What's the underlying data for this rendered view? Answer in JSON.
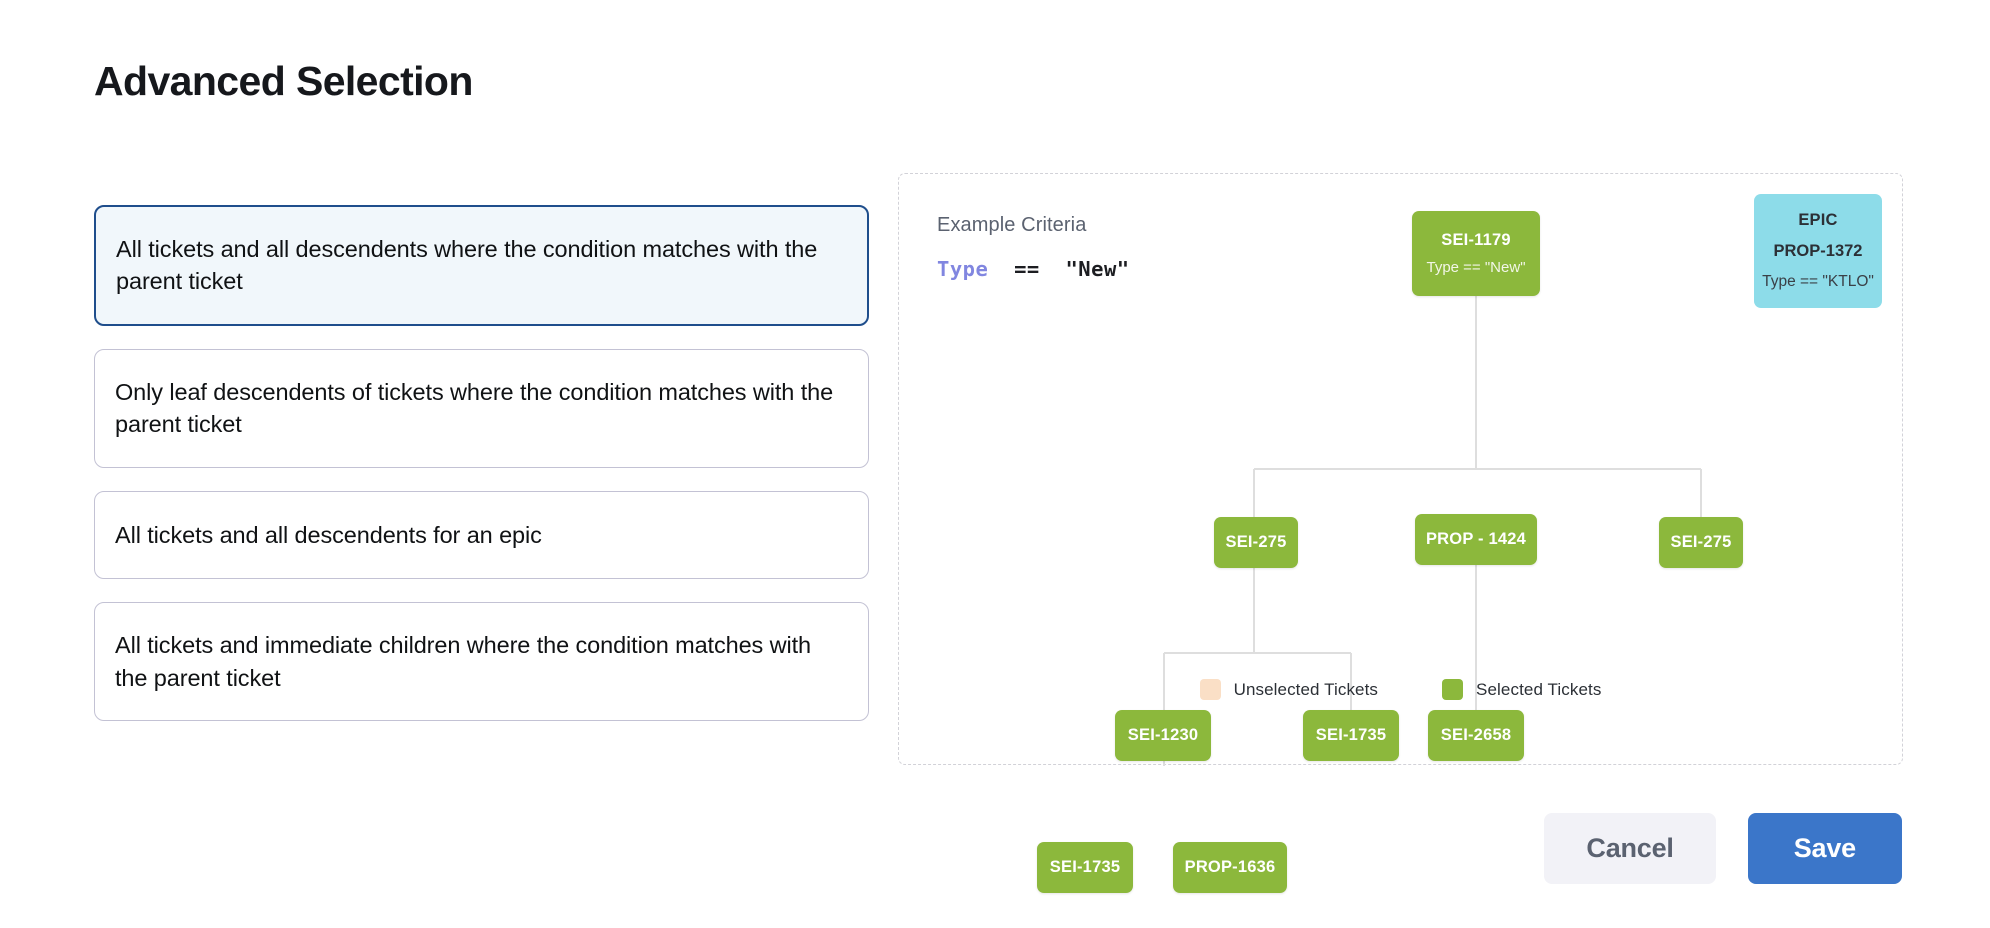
{
  "page": {
    "title": "Advanced Selection"
  },
  "options": [
    {
      "label": "All tickets and all descendents where the condition matches with the parent ticket",
      "selected": true,
      "lines": 2
    },
    {
      "label": "Only leaf descendents of tickets where the condition matches with the parent ticket",
      "selected": false,
      "lines": 2
    },
    {
      "label": "All tickets and all descendents for an epic",
      "selected": false,
      "lines": 1
    },
    {
      "label": "All tickets and immediate children where the condition matches with the parent ticket",
      "selected": false,
      "lines": 2
    }
  ],
  "diagram": {
    "criteria_title": "Example Criteria",
    "criteria_keyword": "Type",
    "criteria_operator": "==",
    "criteria_value": "\"New\"",
    "legend": [
      {
        "label": "Unselected Tickets",
        "color": "#fadfc6"
      },
      {
        "label": "Selected Tickets",
        "color": "#8cb83c"
      }
    ],
    "nodes": [
      {
        "id": "SEI-1179",
        "condition": "Type == \"New\"",
        "kind": "selected"
      },
      {
        "id": "SEI-275",
        "condition": "",
        "kind": "selected"
      },
      {
        "id": "PROP - 1424",
        "condition": "",
        "kind": "selected"
      },
      {
        "id": "SEI-275",
        "condition": "",
        "kind": "selected"
      },
      {
        "id": "SEI-1230",
        "condition": "",
        "kind": "selected"
      },
      {
        "id": "SEI-1735",
        "condition": "",
        "kind": "selected"
      },
      {
        "id": "SEI-2658",
        "condition": "",
        "kind": "selected"
      },
      {
        "id": "SEI-1735",
        "condition": "",
        "kind": "selected"
      },
      {
        "id": "PROP-1636",
        "condition": "",
        "kind": "selected"
      }
    ],
    "epic_node": {
      "type_label": "EPIC",
      "key": "PROP-1372",
      "condition": "Type == \"KTLO\""
    }
  },
  "footer": {
    "cancel_label": "Cancel",
    "save_label": "Save"
  },
  "colors": {
    "selected_node": "#8cb83c",
    "epic_node": "#8ddce9",
    "unselected_swatch": "#fadfc6",
    "primary_button": "#3b76c9",
    "selected_card_border": "#1f4e8c",
    "selected_card_bg": "#f1f7fb",
    "card_border": "#c3c2d4"
  }
}
